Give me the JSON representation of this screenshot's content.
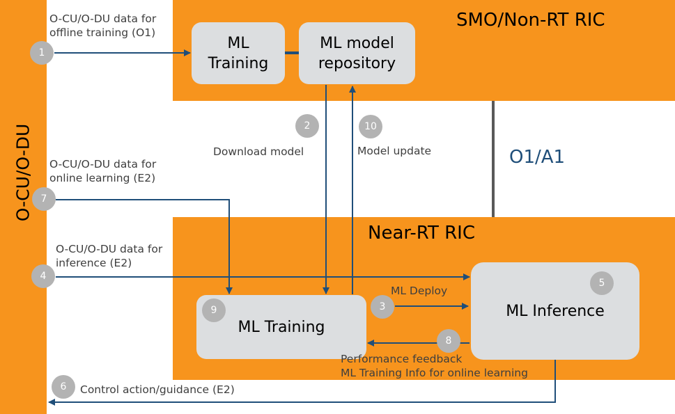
{
  "regions": {
    "ocu_odu": "O-CU/O-DU",
    "smo": "SMO/Non-RT RIC",
    "near_rt": "Near-RT RIC",
    "interface": "O1/A1"
  },
  "boxes": {
    "smo_training": [
      "ML",
      "Training"
    ],
    "repository": [
      "ML model",
      "repository"
    ],
    "near_training": "ML Training",
    "inference": "ML Inference"
  },
  "steps": [
    "1",
    "2",
    "3",
    "4",
    "5",
    "6",
    "7",
    "8",
    "9",
    "10"
  ],
  "labels": {
    "offline": [
      "O-CU/O-DU data for",
      "offline training (O1)"
    ],
    "download": "Download model",
    "update": "Model update",
    "online": [
      "O-CU/O-DU data for",
      "online learning (E2)"
    ],
    "inference": [
      "O-CU/O-DU data for",
      "inference (E2)"
    ],
    "deploy": "ML Deploy",
    "feedback": [
      "Performance feedback",
      "ML Training Info for online learning"
    ],
    "control": "Control action/guidance (E2)"
  },
  "colors": {
    "orange": "#f7941d",
    "box": "#dcdee0",
    "arrow": "#1f4e79",
    "step": "#b3b3b3",
    "interface_text": "#1f4e79"
  }
}
